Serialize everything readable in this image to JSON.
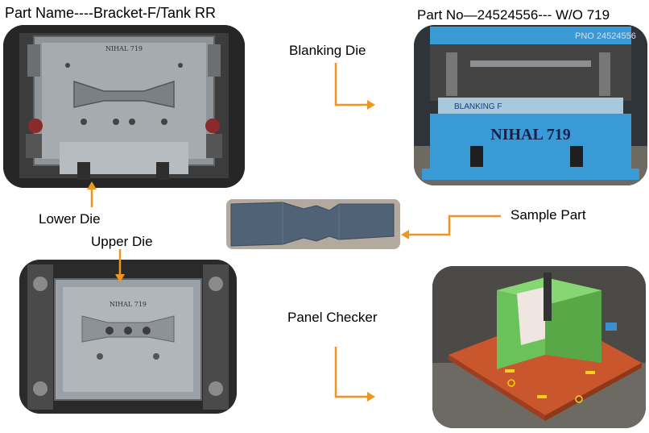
{
  "labels": {
    "part_name": "Part Name----Bracket-F/Tank RR",
    "part_no": "Part No—24524556---  W/O 719",
    "blanking_die": "Blanking Die",
    "lower_die": "Lower Die",
    "upper_die": "Upper Die",
    "sample_part": "Sample Part",
    "panel_checker": "Panel Checker"
  },
  "photos": {
    "lower_die": {
      "engraving": "NIHAL 719"
    },
    "blanking_die": {
      "plate_text": "NIHAL 719",
      "marker_text": "BLANKING   F",
      "top_text": "PNO 24524556"
    },
    "upper_die": {
      "engraving": "NIHAL 719"
    }
  },
  "colors": {
    "arrow": "#f0961e",
    "die_blue": "#3a9ad6",
    "checker_green": "#6cc25a",
    "checker_base": "#c9562c",
    "sample_part": "#4f6276"
  }
}
